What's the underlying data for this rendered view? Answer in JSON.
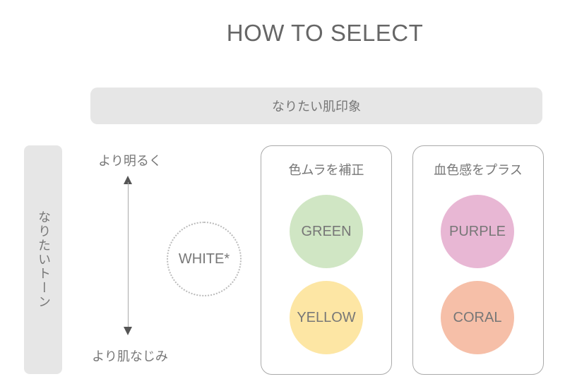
{
  "title": "HOW TO SELECT",
  "top_axis_label": "なりたい肌印象",
  "side_axis_label": "なりたいトーン",
  "tone_axis": {
    "top_label": "より明るく",
    "bottom_label": "より肌なじみ"
  },
  "white_option": "WHITE*",
  "groups": [
    {
      "heading": "色ムラを補正",
      "options": [
        {
          "label": "GREEN",
          "color": "#d0e6c4"
        },
        {
          "label": "YELLOW",
          "color": "#fde6a4"
        }
      ]
    },
    {
      "heading": "血色感をプラス",
      "options": [
        {
          "label": "PURPLE",
          "color": "#e8b7d4"
        },
        {
          "label": "CORAL",
          "color": "#f6bfa8"
        }
      ]
    }
  ]
}
